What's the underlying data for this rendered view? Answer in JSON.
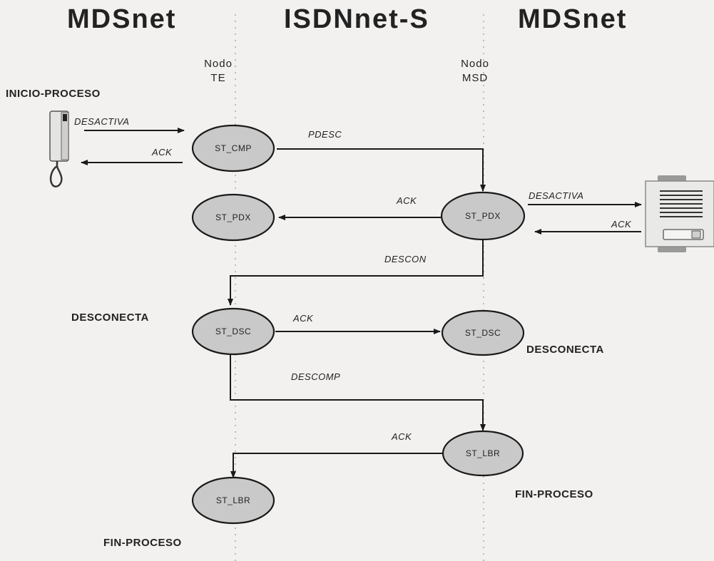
{
  "networks": {
    "left": "MDSnet",
    "center": "ISDNnet-S",
    "right": "MDSnet"
  },
  "nodes": {
    "te": [
      "Nodo",
      "TE"
    ],
    "msd": [
      "Nodo",
      "MSD"
    ]
  },
  "phases": {
    "start": "INICIO-PROCESO",
    "disconnect_left": "DESCONECTA",
    "disconnect_right": "DESCONECTA",
    "end_right": "FIN-PROCESO",
    "end_left": "FIN-PROCESO"
  },
  "states": {
    "te_cmp": "ST_CMP",
    "te_pdx": "ST_PDX",
    "msd_pdx": "ST_PDX",
    "te_dsc": "ST_DSC",
    "msd_dsc": "ST_DSC",
    "msd_lbr": "ST_LBR",
    "te_lbr": "ST_LBR"
  },
  "messages": {
    "desactiva_left": "DESACTIVA",
    "ack_left": "ACK",
    "pdesc": "PDESC",
    "ack_pdx": "ACK",
    "desactiva_right": "DESACTIVA",
    "ack_right": "ACK",
    "descon": "DESCON",
    "ack_dsc": "ACK",
    "descomp": "DESCOMP",
    "ack_lbr": "ACK"
  },
  "colors": {
    "line": "#1a1a1a",
    "ellipse_fill": "#c9c9c9",
    "background": "#f2f1ef"
  },
  "icons": {
    "left_device": "telephone-handset-icon",
    "right_device": "door-intercom-panel-icon"
  }
}
